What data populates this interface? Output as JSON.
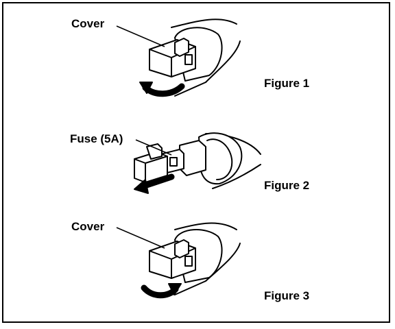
{
  "diagram": {
    "panels": [
      {
        "callout": "Cover",
        "figure_label": "Figure 1",
        "arrow": "rotate-left"
      },
      {
        "callout": "Fuse (5A)",
        "figure_label": "Figure 2",
        "arrow": "pull-left"
      },
      {
        "callout": "Cover",
        "figure_label": "Figure 3",
        "arrow": "rotate-right"
      }
    ],
    "colors": {
      "ink": "#000000",
      "paper": "#ffffff"
    }
  }
}
